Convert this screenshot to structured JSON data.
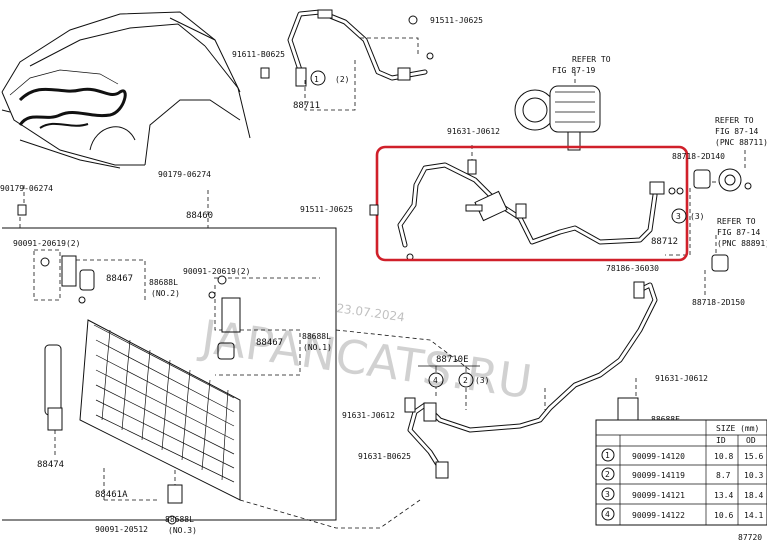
{
  "labels": {
    "l_91511_top": "91511-J0625",
    "l_91611": "91611-B0625",
    "l_88711": "88711",
    "l_refer1a": "REFER TO",
    "l_refer1b": "FIG 87-19",
    "l_91631_top": "91631-J0612",
    "l_88718": "88718-2D140",
    "l_refer2a": "REFER TO",
    "l_refer2b": "FIG 87-14",
    "l_refer2c": "(PNC 88711)",
    "l_refer3a": "REFER TO",
    "l_refer3b": "FIG 87-14",
    "l_refer3c": "(PNC 88891)",
    "l_90179_left": "90179-06274",
    "l_90179": "90179-06274",
    "l_88460": "88460",
    "l_91511_mid": "91511-J0625",
    "l_88712": "88712",
    "l_90091_a": "90091-20619(2)",
    "l_88467_a": "88467",
    "l_88688l_a": "88688L",
    "l_no2": "(NO.2)",
    "l_90091_b": "90091-20619(2)",
    "l_88467_b": "88467",
    "l_88688l_b": "88688L",
    "l_no1": "(NO.1)",
    "l_78186": "78186-36030",
    "l_88718_b": "88718-2D150",
    "l_88710e": "88710E",
    "l_91631_r": "91631-J0612",
    "l_88474": "88474",
    "l_91631_l": "91631-J0612",
    "l_88688e": "88688E",
    "l_91631_b": "91631-B0625",
    "l_88461a": "88461A",
    "l_90091_c": "90091-20512",
    "l_88688l_c": "88688L",
    "l_no3": "(NO.3)",
    "l_fignum": "87720",
    "c1": "1",
    "c2": "2",
    "c2b": "2",
    "c3": "3",
    "c4": "4",
    "c1n": "(2)",
    "c3n": "(3)",
    "c2n": "(3)"
  },
  "watermark": {
    "main": "JAPANCATS.RU",
    "date": "23.07.2024"
  },
  "size_table": {
    "title": "SIZE (mm)",
    "headers": [
      "",
      "",
      "ID",
      "OD"
    ],
    "rows": [
      {
        "num": "1",
        "part": "90099-14120",
        "id": "10.8",
        "od": "15.6"
      },
      {
        "num": "2",
        "part": "90099-14119",
        "id": "8.7",
        "od": "10.3"
      },
      {
        "num": "3",
        "part": "90099-14121",
        "id": "13.4",
        "od": "18.4"
      },
      {
        "num": "4",
        "part": "90099-14122",
        "id": "10.6",
        "od": "14.1"
      }
    ]
  },
  "highlight_color": "#d0202a"
}
